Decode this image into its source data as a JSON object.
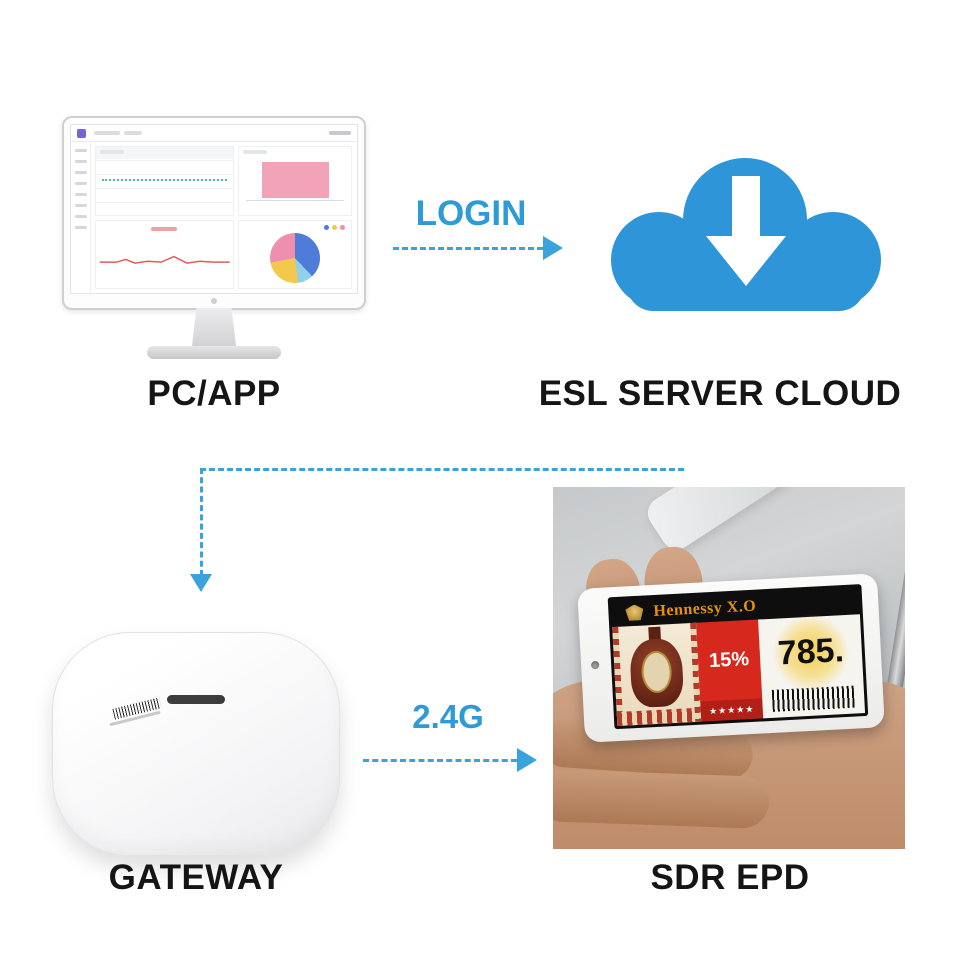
{
  "labels": {
    "pc": "PC/APP",
    "cloud": "ESL SERVER CLOUD",
    "gateway": "GATEWAY",
    "epd": "SDR EPD"
  },
  "connections": {
    "login": "LOGIN",
    "rf": "2.4G"
  },
  "price_tag": {
    "brand": "Hennessy X.O",
    "discount": "15%",
    "price": "785.",
    "stars": "★★★★★"
  },
  "colors": {
    "accent_blue": "#2E96D8",
    "arrow_blue": "#3AA3DC",
    "cloud_blue": "#2E96D8",
    "tag_red": "#D7281D",
    "brand_orange": "#E8920C",
    "label_black": "#151515"
  }
}
